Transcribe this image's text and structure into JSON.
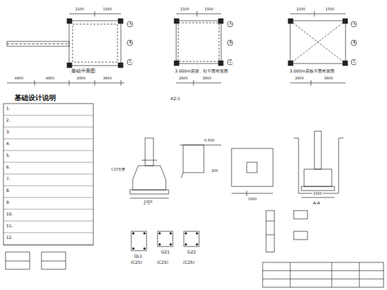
{
  "diagram": {
    "labels": [
      "基础平面图",
      "3.000m层梁、柱平面布置图",
      "3.000m层板平面布置图",
      "基础设计说明",
      "KZ-1",
      "1-1",
      "A-A",
      "QL1",
      "(C25)",
      "GZ1",
      "(C25)",
      "GZ2",
      "(C25)",
      "4900",
      "4900",
      "2600",
      "3600",
      "2100",
      "1500",
      "2600",
      "3600",
      "2100",
      "1500",
      "2600",
      "3600",
      "2100",
      "1500",
      "1000",
      "1000",
      "1500",
      "A",
      "B",
      "C",
      "A",
      "B",
      "C",
      "A",
      "B",
      "C",
      "C15垫层",
      "-0.500",
      "200",
      "1.",
      "2.",
      "3.",
      "4.",
      "5.",
      "6.",
      "7.",
      "8.",
      "9.",
      "10.",
      "11.",
      "12."
    ]
  }
}
